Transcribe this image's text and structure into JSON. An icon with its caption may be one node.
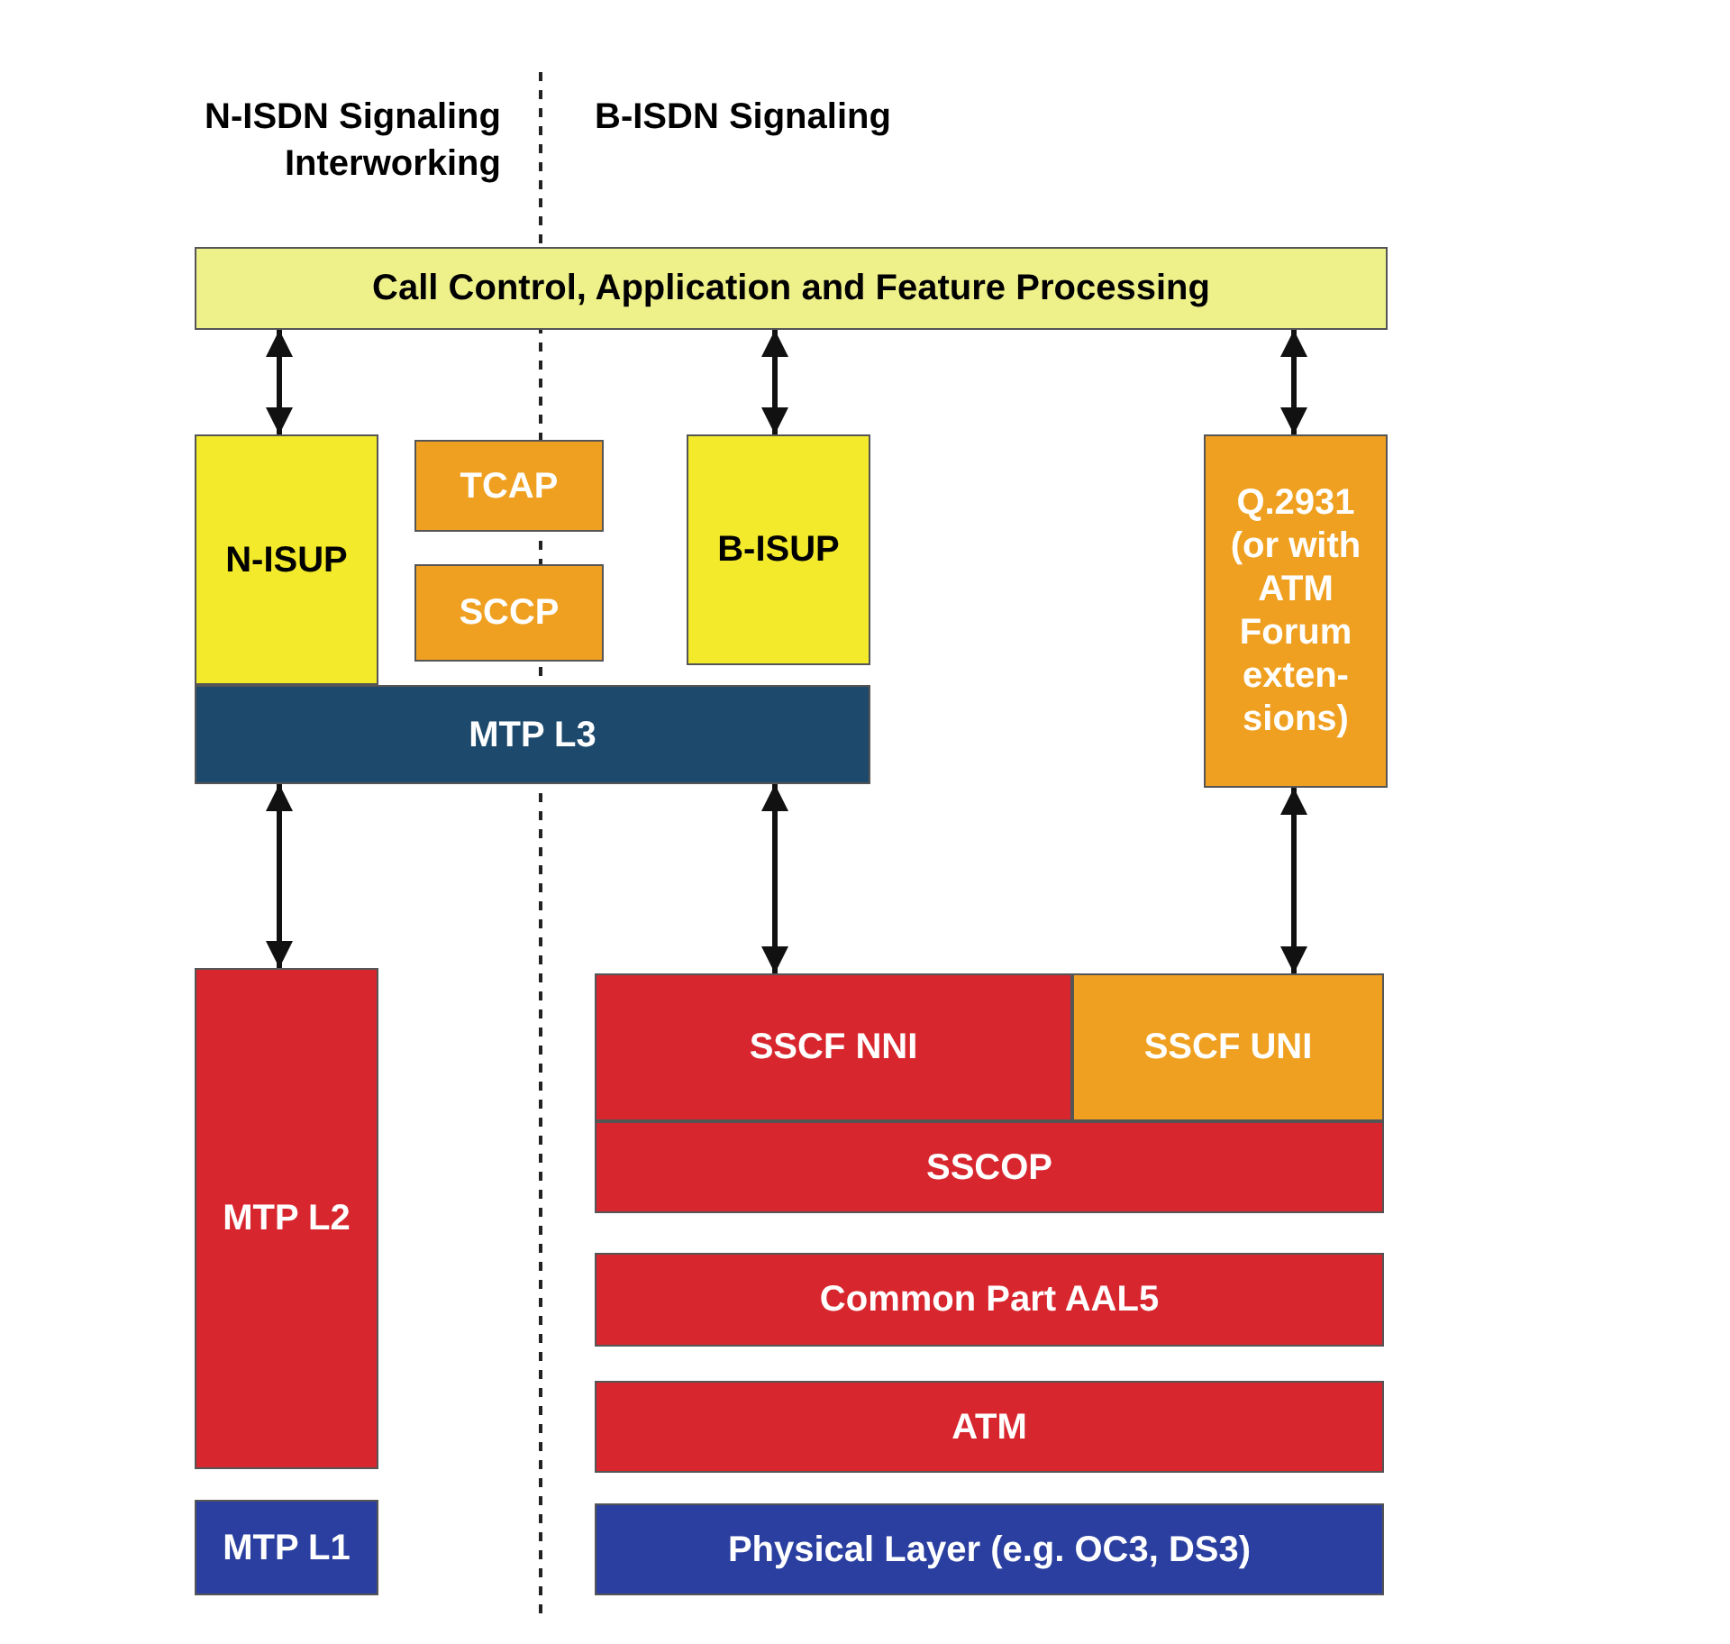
{
  "diagram": {
    "nodes": [
      {
        "text": [
          "Call Control, Application and Feature Processing"
        ]
      },
      {
        "text": [
          "N-ISUP"
        ]
      },
      {
        "text": [
          "TCAP"
        ]
      },
      {
        "text": [
          "SCCP"
        ]
      },
      {
        "text": [
          "B-ISUP"
        ]
      },
      {
        "text": [
          "Q.2931 (or with ATM Forum exten- sions)"
        ]
      },
      {
        "text": [
          "MTP L3"
        ]
      },
      {
        "text": [
          "SSCF NNI"
        ]
      },
      {
        "text": [
          "SSCF UNI"
        ]
      },
      {
        "text": [
          "SSCOP"
        ]
      },
      {
        "text": [
          "Common Part AAL5"
        ]
      },
      {
        "text": [
          "ATM"
        ]
      },
      {
        "text": [
          "MTP L2"
        ]
      },
      {
        "text": [
          "MTP L1"
        ]
      },
      {
        "text": [
          "Physical Layer (e.g. OC3, DS3)"
        ]
      }
    ],
    "edges": [
      {
        "from": 0,
        "to": 1,
        "arrow": "both"
      },
      {
        "from": 0,
        "to": 4,
        "arrow": "both"
      },
      {
        "from": 0,
        "to": 5,
        "arrow": "both"
      },
      {
        "from": 6,
        "to": 12,
        "arrow": "both"
      },
      {
        "from": 6,
        "to": 7,
        "arrow": "both"
      },
      {
        "from": 5,
        "to": 8,
        "arrow": "both"
      }
    ],
    "labels": [
      "N-ISDN Signaling Interworking",
      "B-ISDN Signaling"
    ]
  }
}
